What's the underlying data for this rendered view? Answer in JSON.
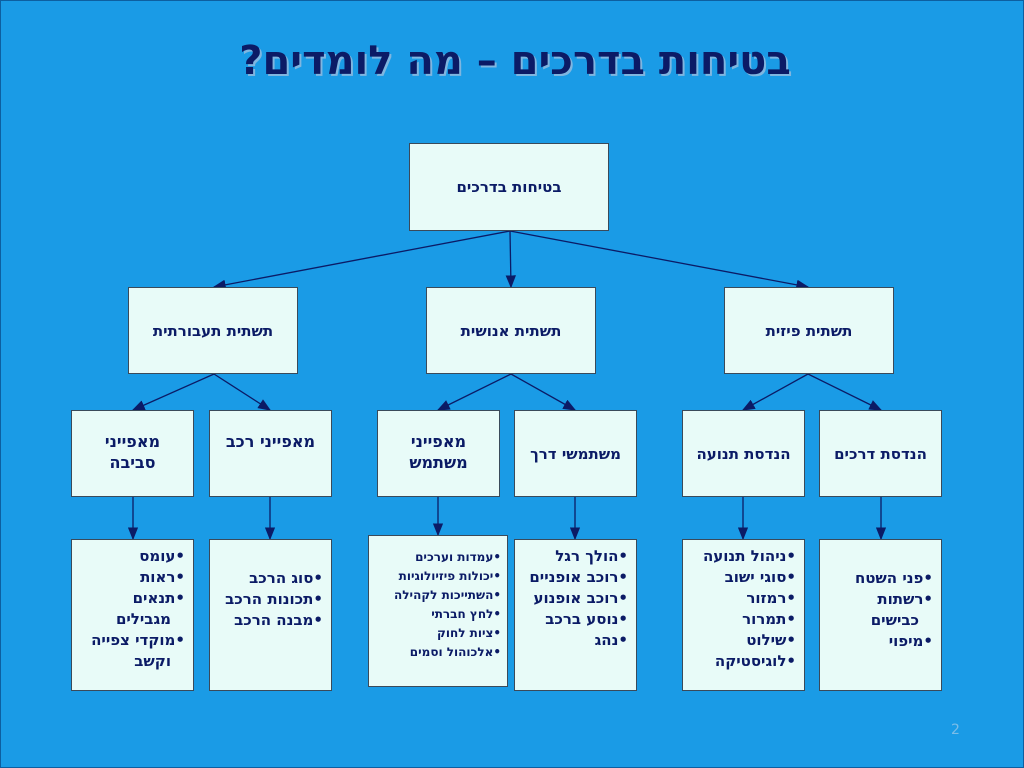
{
  "title": "בטיחות בדרכים – מה לומדים?",
  "root": "בטיחות בדרכים",
  "level1": {
    "physical": "תשתית פיזית",
    "human": "תשתית אנושית",
    "conscious": "תשתית תעבורתית"
  },
  "level2": {
    "road_eng": "הנדסת דרכים",
    "traffic_eng": "הנדסת תנועה",
    "road_users": "משתמשי דרך",
    "user_traits": "מאפייני משתמש",
    "vehicle_traits": "מאפייני רכב",
    "env_traits": "מאפייני סביבה"
  },
  "lists": {
    "road_eng": [
      "•פני השטח",
      "•רשתות",
      "כבישים",
      "•מיפוי"
    ],
    "traffic_eng": [
      "•ניהול תנועה",
      "•סוגי ישוב",
      "•רמזור",
      "•תמרור",
      "•שילוט",
      "•לוגיסטיקה"
    ],
    "road_users": [
      "•הולך רגל",
      "•רוכב אופניים",
      "•רוכב אופנוע",
      "•נוסע ברכב",
      "•נהג"
    ],
    "user_traits": [
      "•עמדות וערכים",
      "•יכולות פיזיולוגיות",
      "•השתייכות לקהילה",
      "•לחץ חברתי",
      "•ציות לחוק",
      "•אלכוהול וסמים"
    ],
    "vehicle_traits": [
      "•סוג הרכב",
      "•תכונות הרכב",
      "•מבנה הרכב"
    ],
    "env_traits": [
      "•עומס",
      "•ראות",
      "•תנאים",
      "מגבילים",
      "•מוקדי צפייה",
      "וקשב"
    ]
  },
  "page_number": "2"
}
